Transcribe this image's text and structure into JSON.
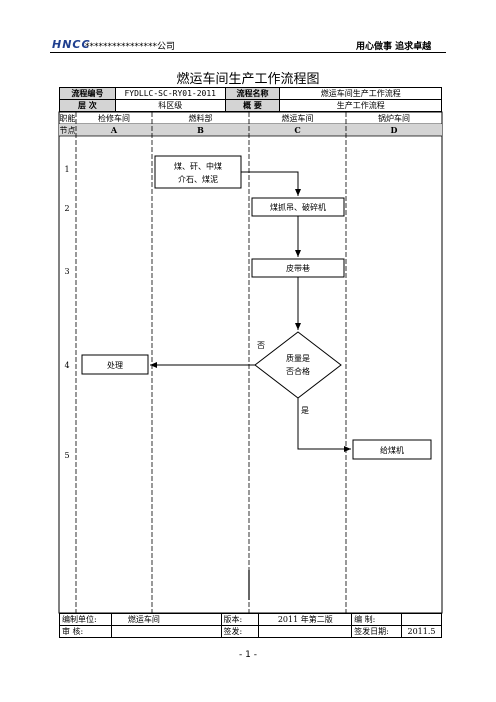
{
  "header": {
    "logo": "HNCC",
    "company": "****************公司",
    "slogan": "用心做事  追求卓越"
  },
  "title": "燃运车间生产工作流程图",
  "info": {
    "code_label": "流程编号",
    "code_value": "FYDLLC-SC-RY01-2011",
    "name_label": "流程名称",
    "name_value": "燃运车间生产工作流程",
    "level_label": "层      次",
    "level_value": "科区级",
    "summary_label": "概      要",
    "summary_value": "生产工作流程"
  },
  "lanes": {
    "duty_label": "职能",
    "node_label": "节点",
    "columns": [
      {
        "name": "检修车间",
        "letter": "A"
      },
      {
        "name": "燃料部",
        "letter": "B"
      },
      {
        "name": "燃运车间",
        "letter": "C"
      },
      {
        "name": "锅炉车间",
        "letter": "D"
      }
    ],
    "rows": [
      "1",
      "2",
      "3",
      "4",
      "5"
    ]
  },
  "flow": {
    "start_line1": "煤、矸、中煤",
    "start_line2": "介石、煤泥",
    "crush": "煤抓吊、破碎机",
    "belt": "皮带巷",
    "decision_line1": "质量是",
    "decision_line2": "否合格",
    "no_label": "否",
    "yes_label": "是",
    "handle": "处理",
    "boiler": "给煤机"
  },
  "footer": {
    "unit_label": "编制单位:",
    "unit_value": "燃运车间",
    "version_label": "版本:",
    "version_value": "2011 年第二版",
    "editor_label": "编      制:",
    "editor_value": "",
    "review_label": "审      核:",
    "review_value": "",
    "issue_label": "签发:",
    "issue_value": "",
    "date_label": "签发日期:",
    "date_value": "2011.5"
  },
  "page_number": "- 1 -"
}
